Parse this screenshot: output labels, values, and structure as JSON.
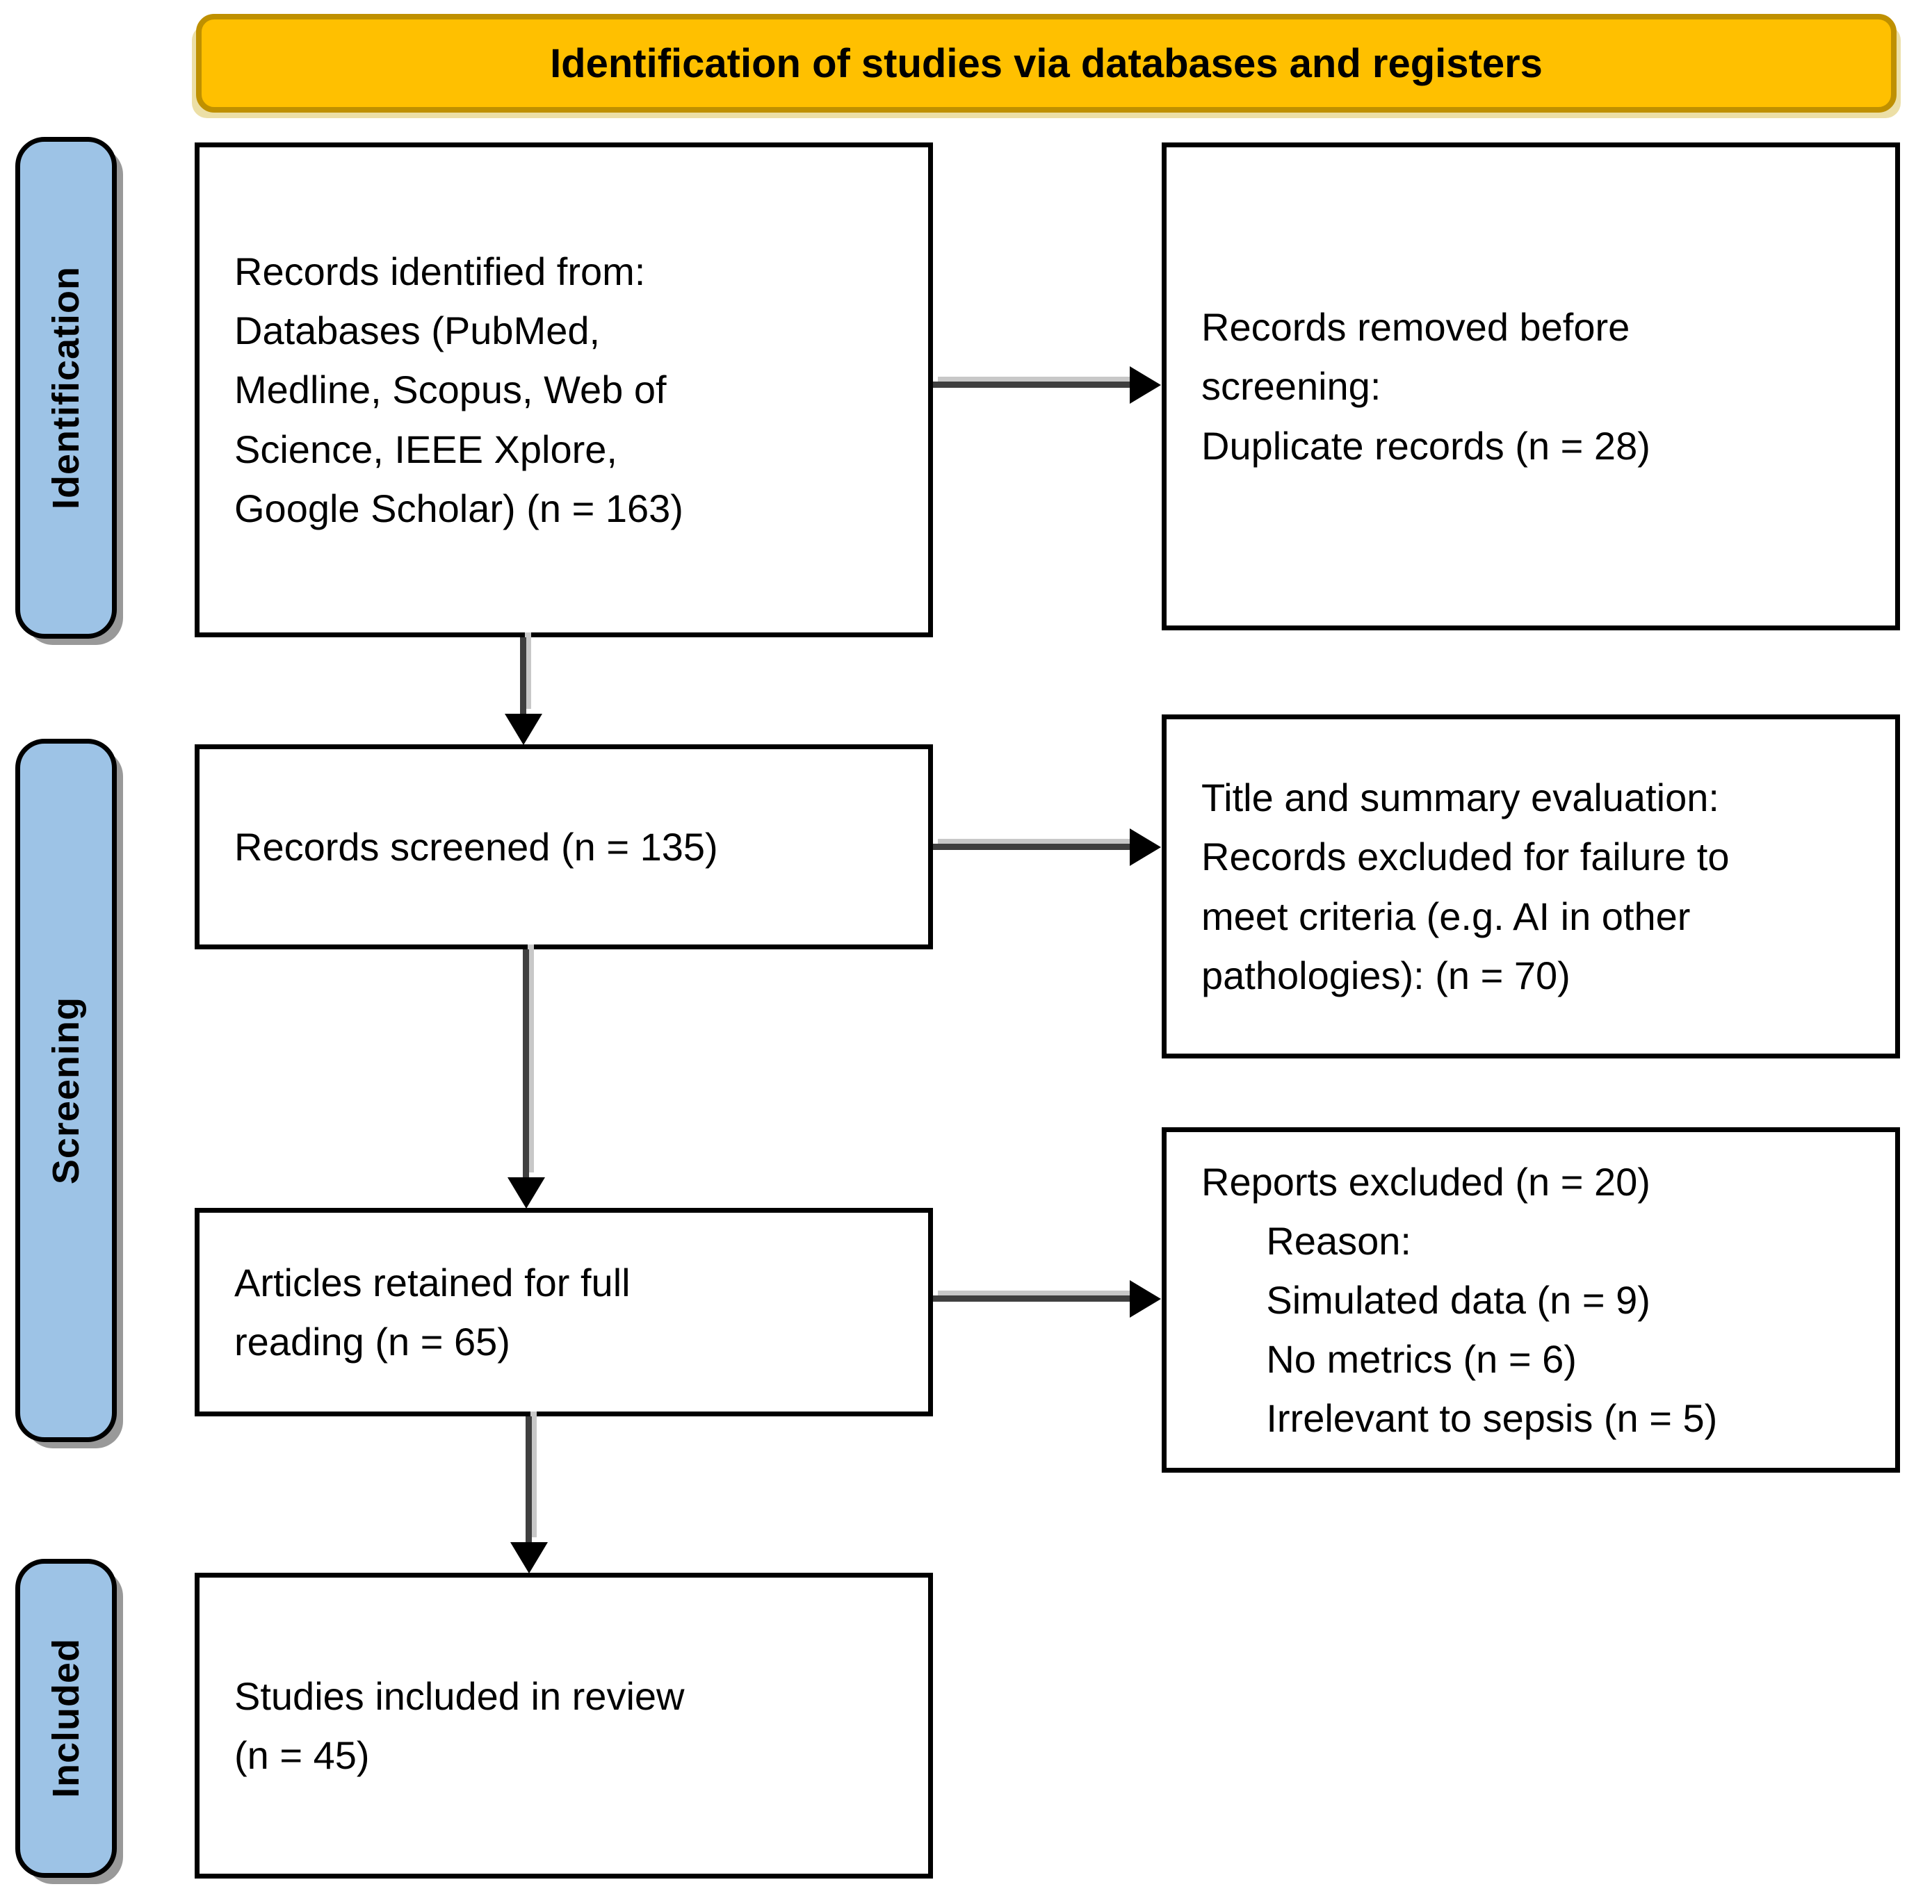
{
  "banner": {
    "title": "Identification of studies via databases and registers"
  },
  "stages": [
    {
      "label": "Identification"
    },
    {
      "label": "Screening"
    },
    {
      "label": "Included"
    }
  ],
  "nodes": {
    "records_identified": {
      "lines": [
        "Records identified from:",
        "Databases (PubMed,",
        "Medline, Scopus, Web of",
        "Science, IEEE Xplore,",
        "Google Scholar) (n = 163)"
      ]
    },
    "records_removed": {
      "lines": [
        "Records removed before",
        "screening:",
        "Duplicate records (n = 28)"
      ]
    },
    "records_screened": {
      "lines": [
        "Records screened (n = 135)"
      ]
    },
    "title_summary_evaluation": {
      "lines": [
        "Title and summary evaluation:",
        "Records excluded for failure to",
        "meet criteria (e.g. AI in other",
        "pathologies): (n = 70)"
      ]
    },
    "articles_retained": {
      "lines": [
        "Articles retained for full",
        "reading (n = 65)"
      ]
    },
    "reports_excluded": {
      "lines": [
        "Reports excluded (n = 20)",
        "      Reason:",
        "      Simulated data (n = 9)",
        "      No metrics (n = 6)",
        "      Irrelevant to sepsis (n = 5)"
      ]
    },
    "studies_included": {
      "lines": [
        "Studies included in review",
        "(n = 45)"
      ]
    }
  },
  "colors": {
    "banner_fill": "#FFC000",
    "banner_border": "#BF9000",
    "banner_shadow": "#ECDFA6",
    "stage_fill": "#9DC3E6",
    "stage_shadow": "#999999",
    "box_border": "#000000",
    "arrow_color": "#3F3F3F",
    "arrow_head": "#000000",
    "arrow_shadow": "#C8C8C8",
    "text_color": "#000000"
  }
}
